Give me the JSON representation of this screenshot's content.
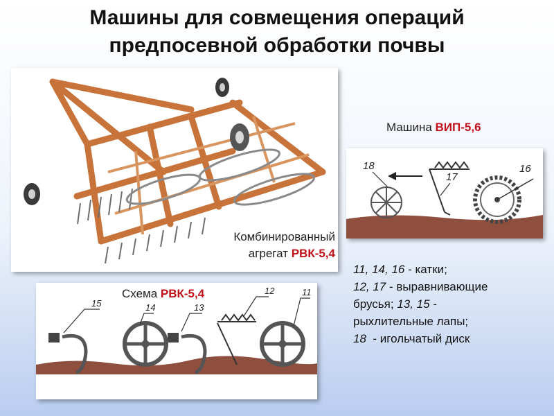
{
  "slide": {
    "title_line1": "Машины для совмещения операций",
    "title_line2": "предпосевной обработки почвы"
  },
  "photo": {
    "label_line1": "Комбинированный",
    "label_prefix": "агрегат ",
    "label_model": "РВК-5,4"
  },
  "vip": {
    "caption_prefix": "Машина ",
    "caption_model": "ВИП-5,6",
    "callouts": [
      "18",
      "17",
      "16"
    ]
  },
  "rvk": {
    "caption_prefix": "Схема ",
    "caption_model": "РВК-5,4",
    "callouts": [
      "15",
      "14",
      "13",
      "12",
      "11"
    ]
  },
  "legend": {
    "line1_num": "11, 14, 16",
    "line1_text": " - катки;",
    "line2_num": "12, 17",
    "line2_text": " - выравнивающие",
    "line3_text": "брусья; ",
    "line3_num": "13, 15",
    "line3_tail": " -",
    "line4_text": "рыхлительные лапы;",
    "line5_num": "18",
    "line5_text": "  - игольчатый диск"
  },
  "colors": {
    "accent": "#c0101a",
    "frame": "#c8733a",
    "soil": "#8f4f3f",
    "background_bottom": "#b9cdf0"
  }
}
